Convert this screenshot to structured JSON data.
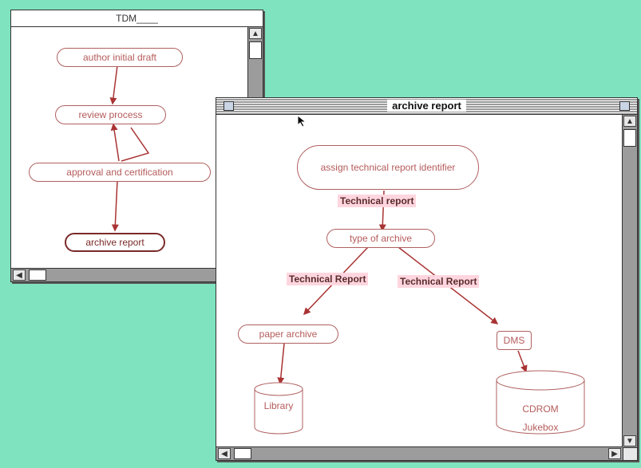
{
  "window_tdm": {
    "title": "TDM____",
    "nodes": [
      "author initial draft",
      "review process",
      "approval and certification",
      "archive report"
    ]
  },
  "window_archive": {
    "title": "archive report",
    "nodes": {
      "assign": "assign technical report identifier",
      "type": "type of archive",
      "paper": "paper archive",
      "dms": "DMS",
      "library": "Library",
      "cdrom1": "CDROM",
      "cdrom2": "Jukebox"
    },
    "labels": [
      "Technical report",
      "Technical Report",
      "Technical Report"
    ]
  }
}
